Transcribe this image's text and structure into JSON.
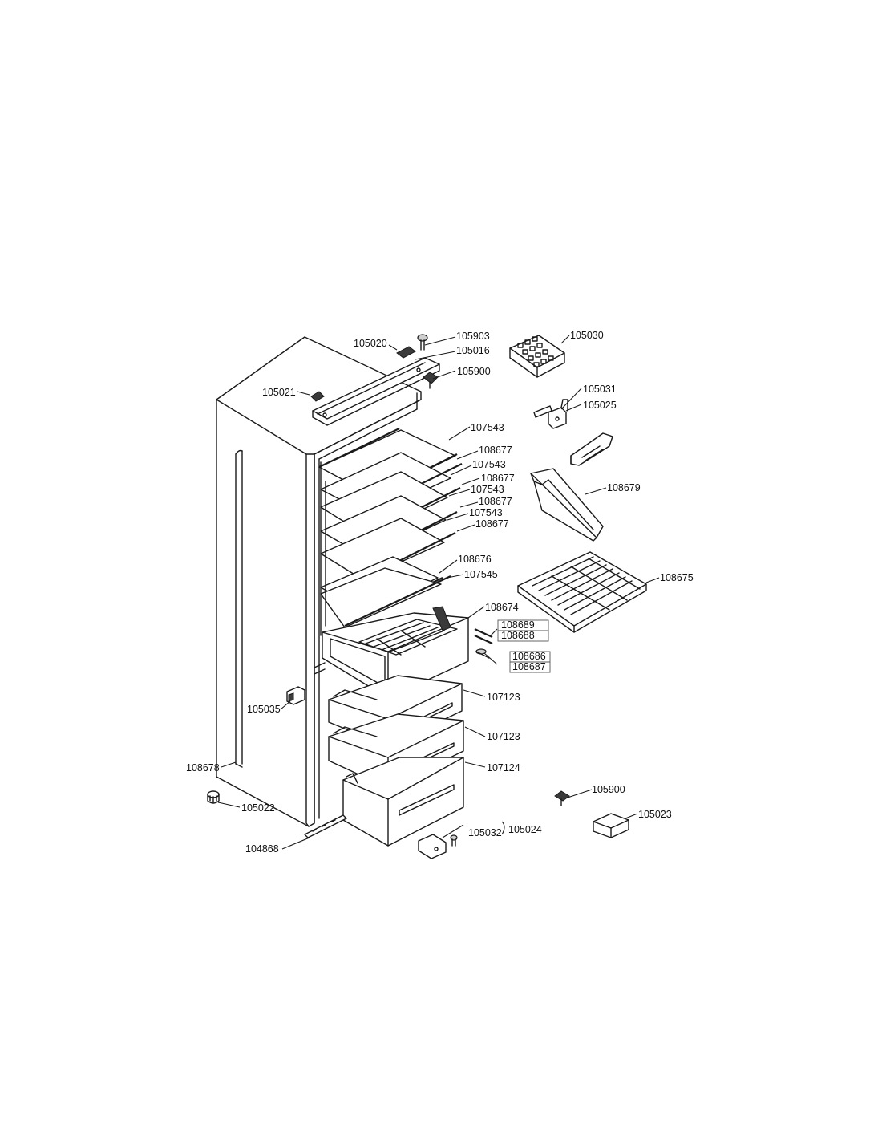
{
  "labels": {
    "p105020": "105020",
    "p105903": "105903",
    "p105016": "105016",
    "p105900_top": "105900",
    "p105030": "105030",
    "p105021": "105021",
    "p105031": "105031",
    "p105025": "105025",
    "p107543_a": "107543",
    "p108677_a": "108677",
    "p107543_b": "107543",
    "p108677_b": "108677",
    "p107543_c": "107543",
    "p108677_c": "108677",
    "p107543_d": "107543",
    "p108677_d": "108677",
    "p108679": "108679",
    "p108676": "108676",
    "p107545": "107545",
    "p108675": "108675",
    "p108674": "108674",
    "p108689": "108689",
    "p108688": "108688",
    "p108686": "108686",
    "p108687": "108687",
    "p105035": "105035",
    "p107123_a": "107123",
    "p107123_b": "107123",
    "p108678": "108678",
    "p107124": "107124",
    "p105900_bottom": "105900",
    "p105022": "105022",
    "p105023": "105023",
    "p105032": "105032",
    "p105024": "105024",
    "p104868": "104868"
  }
}
